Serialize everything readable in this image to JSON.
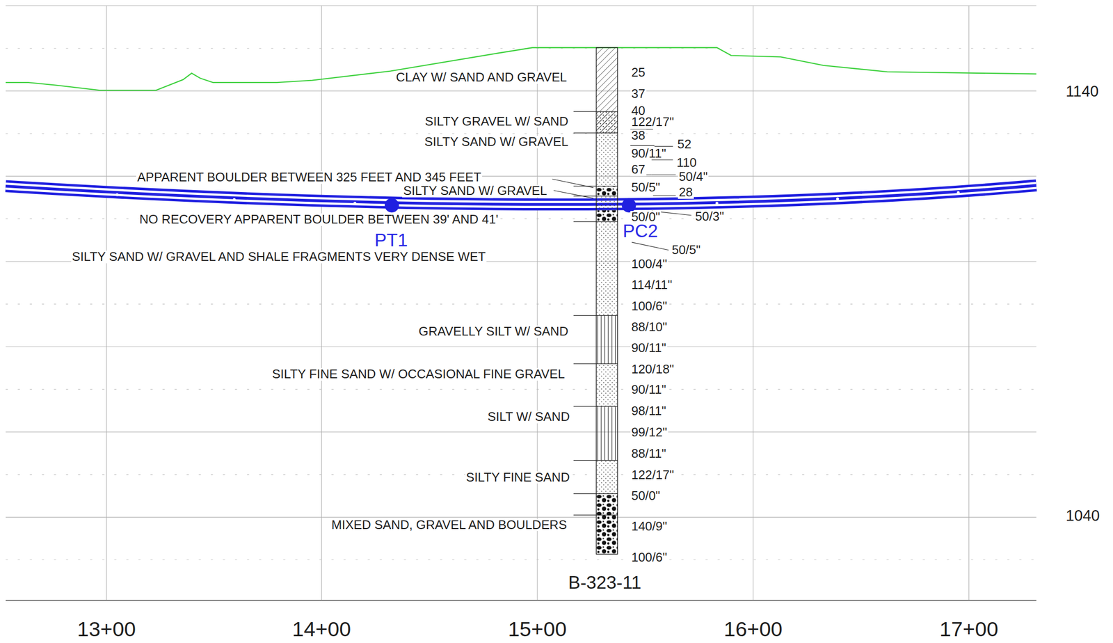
{
  "diagram": {
    "labels": [
      "CLAY W/ SAND AND GRAVEL",
      "25",
      "37",
      "1140",
      "40",
      "SILTY GRAVEL W/ SAND",
      "122/17\"",
      "38",
      "SILTY SAND W/ GRAVEL",
      "52",
      "90/11\"",
      "110",
      "67",
      "APPARENT BOULDER BETWEEN 325 FEET AND 345 FEET",
      "50/4\"",
      "50/5\"",
      "SILTY SAND W/ GRAVEL",
      "28",
      "NO RECOVERY APPARENT BOULDER BETWEEN 39' AND 41'",
      "50/0\"",
      "50/3\"",
      "PC2",
      "PT1",
      "50/5\"",
      "SILTY SAND W/ GRAVEL AND SHALE FRAGMENTS VERY DENSE WET",
      "100/4\"",
      "114/11\"",
      "100/6\"",
      "88/10\"",
      "GRAVELLY SILT W/ SAND",
      "90/11\"",
      "120/18\"",
      "SILTY FINE SAND W/ OCCASIONAL FINE GRAVEL",
      "90/11\"",
      "98/11\"",
      "SILT W/ SAND",
      "99/12\"",
      "88/11\"",
      "122/17\"",
      "SILTY FINE SAND",
      "50/0\"",
      "1040",
      "MIXED SAND, GRAVEL AND BOULDERS",
      "140/9\"",
      "100/6\"",
      "B-323-11",
      "13+00",
      "14+00",
      "15+00",
      "16+00",
      "17+00"
    ]
  }
}
